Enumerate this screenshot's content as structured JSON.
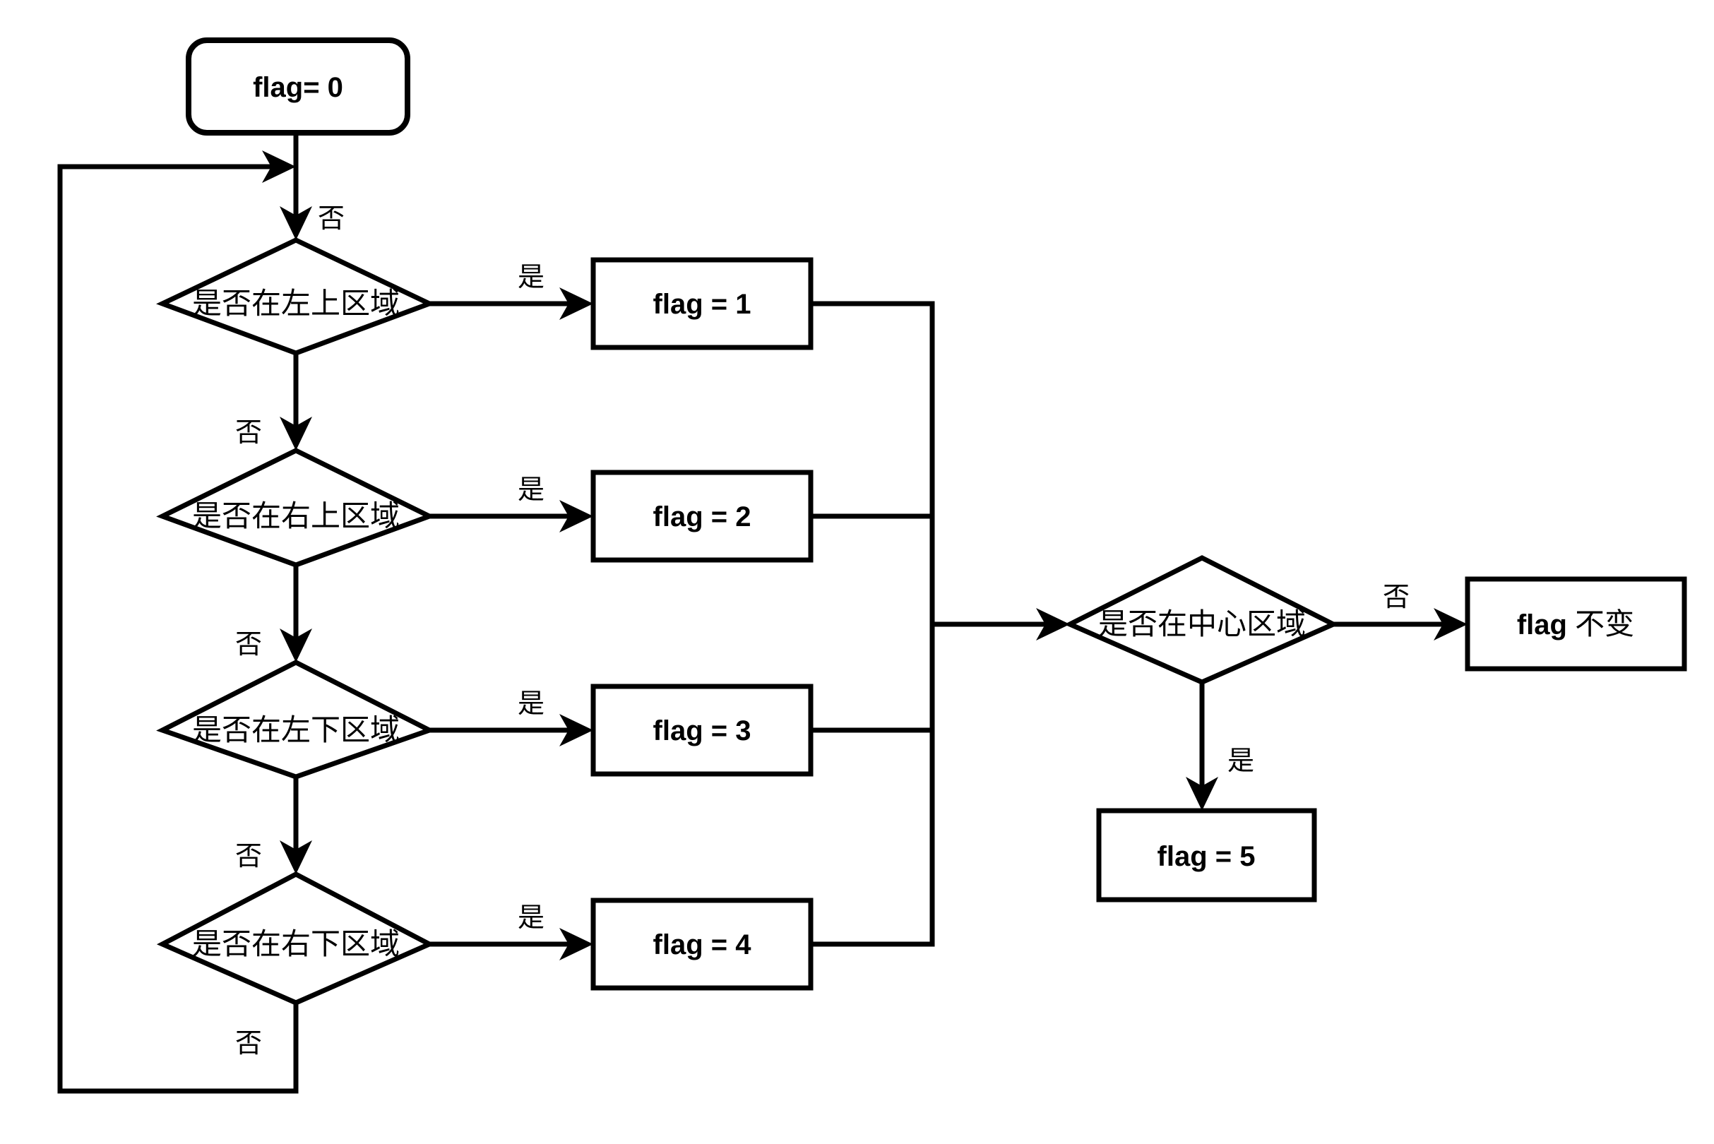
{
  "diagram": {
    "title": "flag region decision flowchart",
    "background_color": "#ffffff",
    "line_color": "#000000",
    "fill_color": "#ffffff"
  },
  "nodes": {
    "start": {
      "id": "start",
      "shape": "rounded-rectangle",
      "label": "flag= 0"
    },
    "decision_top_left": {
      "id": "decision-top-left",
      "shape": "diamond",
      "label": "是否在左上区域"
    },
    "decision_top_right": {
      "id": "decision-top-right",
      "shape": "diamond",
      "label": "是否在右上区域"
    },
    "decision_bottom_left": {
      "id": "decision-bottom-left",
      "shape": "diamond",
      "label": "是否在左下区域"
    },
    "decision_bottom_right": {
      "id": "decision-bottom-right",
      "shape": "diamond",
      "label": "是否在右下区域"
    },
    "decision_center": {
      "id": "decision-center",
      "shape": "diamond",
      "label": "是否在中心区域"
    },
    "flag1": {
      "id": "flag-1",
      "shape": "rectangle",
      "label": "flag = 1"
    },
    "flag2": {
      "id": "flag-2",
      "shape": "rectangle",
      "label": "flag = 2"
    },
    "flag3": {
      "id": "flag-3",
      "shape": "rectangle",
      "label": "flag = 3"
    },
    "flag4": {
      "id": "flag-4",
      "shape": "rectangle",
      "label": "flag = 4"
    },
    "flag5": {
      "id": "flag-5",
      "shape": "rectangle",
      "label": "flag = 5"
    },
    "flag_unchanged": {
      "id": "flag-unchanged",
      "shape": "rectangle",
      "label_latin": "flag",
      "label_cjk": "不变"
    }
  },
  "edge_labels": {
    "no_start_to_d1": "否",
    "yes_d1_to_flag1": "是",
    "no_d1_to_d2": "否",
    "yes_d2_to_flag2": "是",
    "no_d2_to_d3": "否",
    "yes_d3_to_flag3": "是",
    "no_d3_to_d4": "否",
    "yes_d4_to_flag4": "是",
    "no_d4_loopback": "否",
    "no_center_to_unchanged": "否",
    "yes_center_to_flag5": "是"
  }
}
